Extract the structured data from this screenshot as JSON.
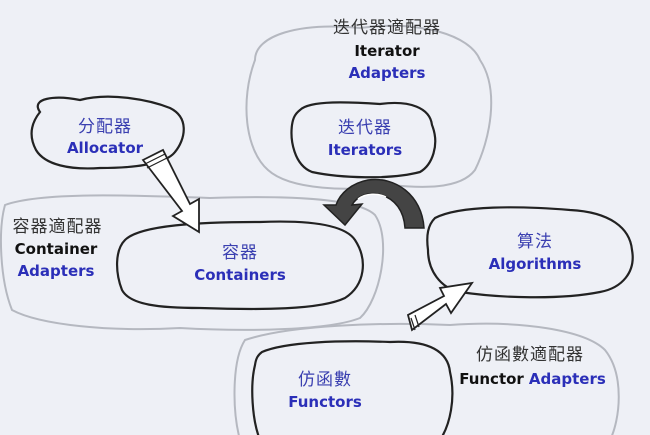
{
  "nodes": {
    "allocator": {
      "zh": "分配器",
      "en": "Allocator"
    },
    "iterators": {
      "zh": "迭代器",
      "en": "Iterators"
    },
    "iterator_adapters": {
      "zh": "迭代器適配器",
      "en_line1": "Iterator",
      "en_line2": "Adapters"
    },
    "container_adapters": {
      "zh": "容器適配器",
      "en_line1": "Container",
      "en_line2": "Adapters"
    },
    "containers": {
      "zh": "容器",
      "en": "Containers"
    },
    "algorithms": {
      "zh": "算法",
      "en": "Algorithms"
    },
    "functors": {
      "zh": "仿函數",
      "en": "Functors"
    },
    "functor_adapters": {
      "zh": "仿函數適配器",
      "en_part1": "Functor",
      "en_part2": "Adapters"
    }
  },
  "colors": {
    "background": "#eef0f6",
    "outline_dark": "#222222",
    "outline_light": "#b5b8c0",
    "label_blue": "#2b2fb8",
    "arrow_fill": "#ffffff"
  }
}
